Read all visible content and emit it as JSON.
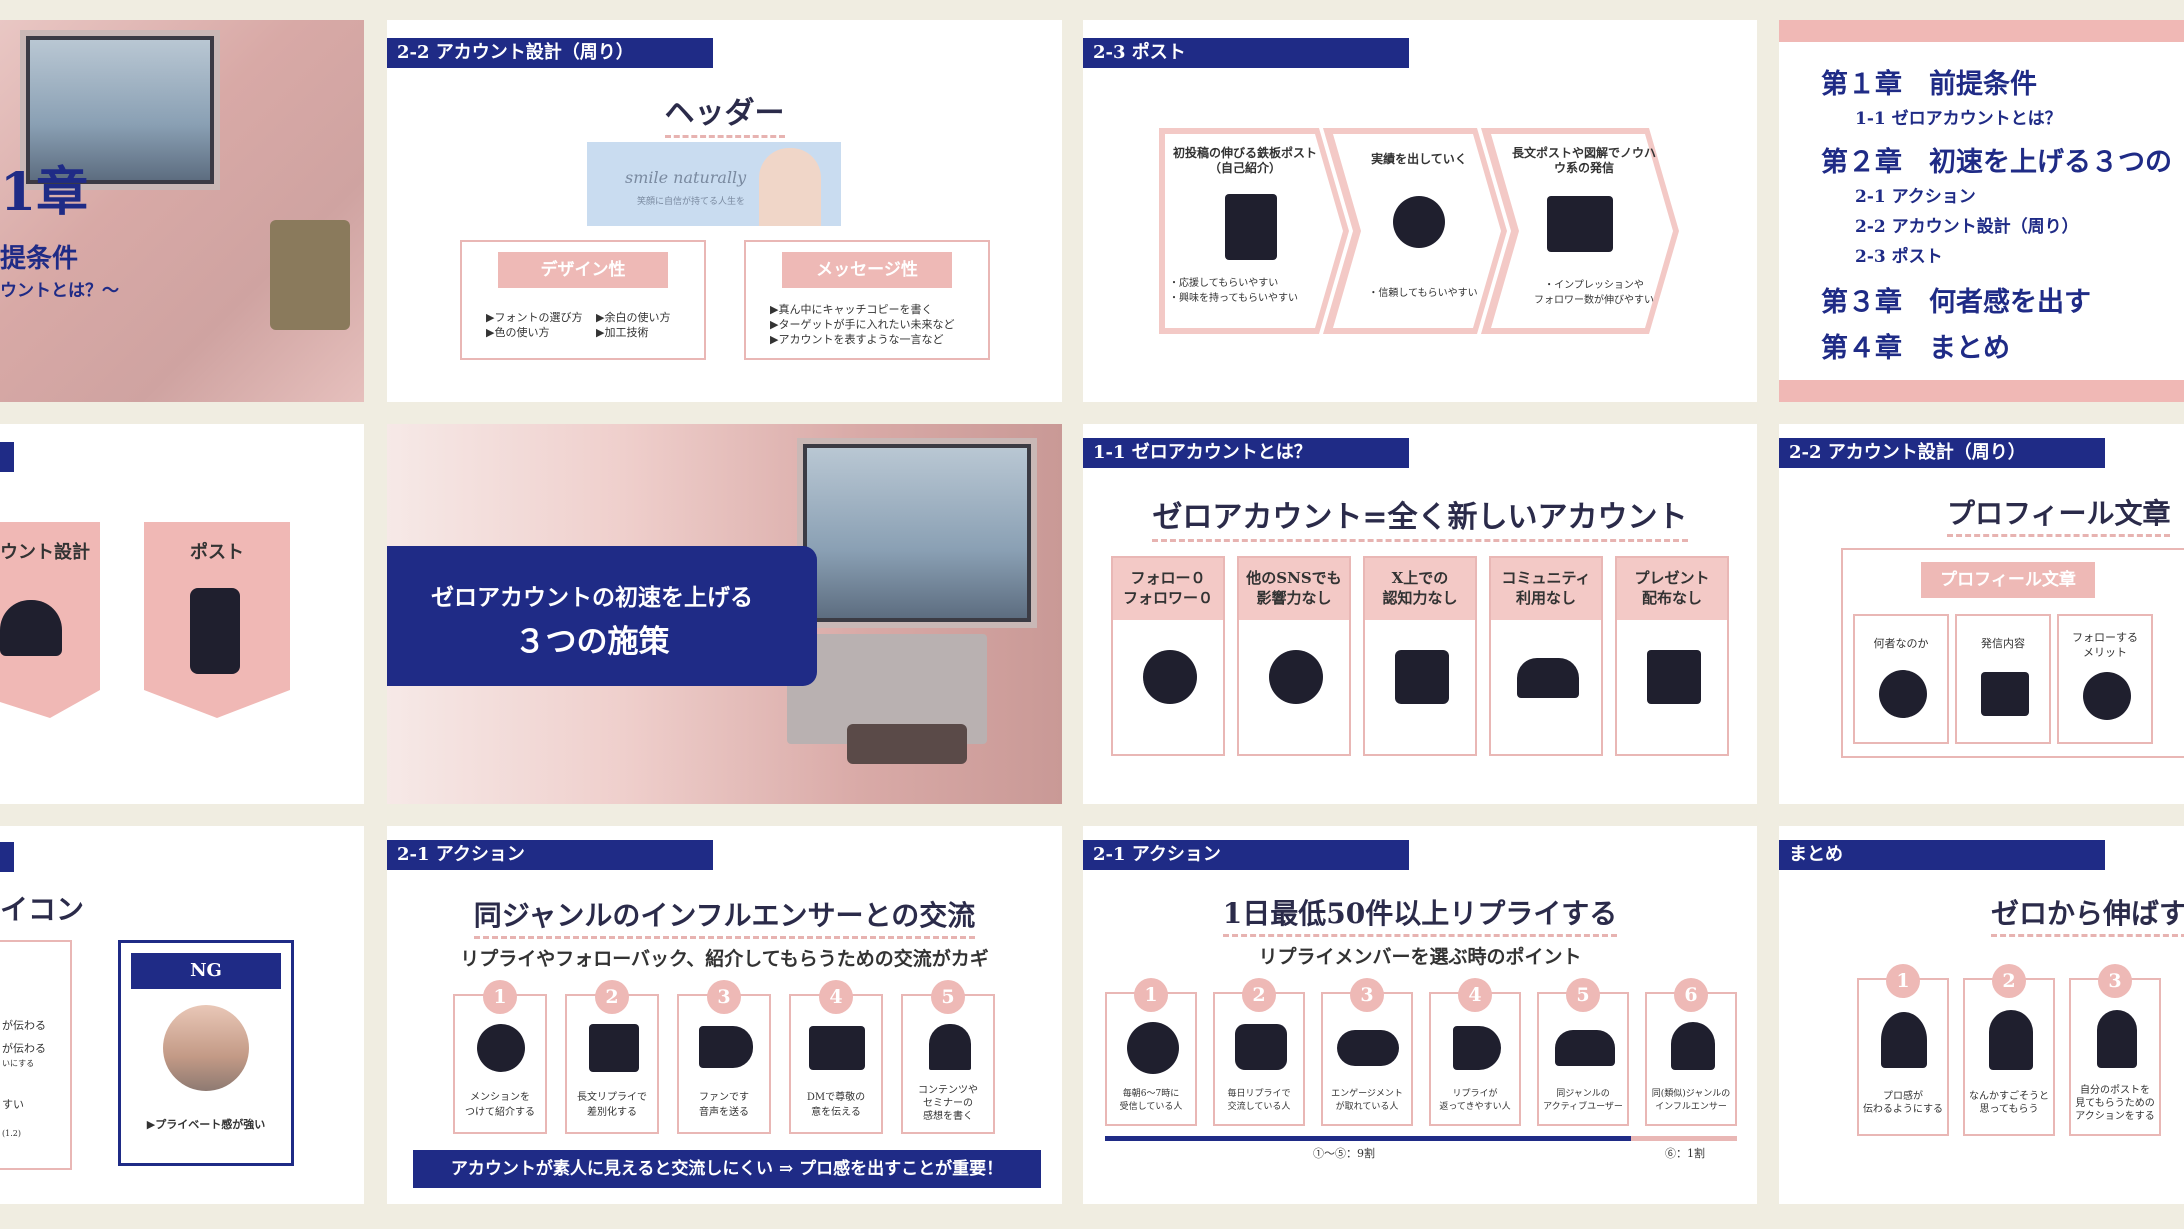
{
  "s1": {
    "chapter": "1章",
    "title": "提条件",
    "subtitle": "ウントとは？〜"
  },
  "s2": {
    "label": "2-2 アカウント設計（周り）",
    "heading": "ヘッダー",
    "banner_script": "smile naturally",
    "banner_small": "笑顔に自信が持てる人生を",
    "box1_title": "デザイン性",
    "box1_items": [
      "▶フォントの選び方",
      "▶余白の使い方",
      "▶色の使い方",
      "▶加工技術"
    ],
    "box2_title": "メッセージ性",
    "box2_items": [
      "▶真ん中にキャッチコピーを書く",
      "▶ターゲットが手に入れたい未来など",
      "▶アカウントを表すような一言など"
    ]
  },
  "s3": {
    "label": "2-3 ポスト",
    "steps": [
      {
        "title": "初投稿の伸びる鉄板ポスト（自己紹介）",
        "note1": "・応援してもらいやすい",
        "note2": "・興味を持ってもらいやすい"
      },
      {
        "title": "実績を出していく",
        "note1": "・信頼してもらいやすい",
        "note2": ""
      },
      {
        "title": "長文ポストや図解でノウハウ系の発信",
        "note1": "・インプレッションや",
        "note2": "フォロワー数が伸びやすい"
      }
    ]
  },
  "s4": {
    "ch1": "第１章　前提条件",
    "ch1_1": "1-1 ゼロアカウントとは？",
    "ch2": "第２章　初速を上げる３つの",
    "ch2_1": "2-1 アクション",
    "ch2_2": "2-2 アカウント設計（周り）",
    "ch2_3": "2-3 ポスト",
    "ch3": "第３章　何者感を出す",
    "ch4": "第４章　まとめ"
  },
  "s5": {
    "item1": "ウント設計",
    "item2": "ポスト"
  },
  "s6": {
    "line1": "ゼロアカウントの初速を上げる",
    "line2": "３つの施策"
  },
  "s7": {
    "label": "1-1 ゼロアカウントとは？",
    "heading": "ゼロアカウント=全く新しいアカウント",
    "cols": [
      {
        "t1": "フォロー０",
        "t2": "フォロワー０"
      },
      {
        "t1": "他のSNSでも",
        "t2": "影響力なし"
      },
      {
        "t1": "X上での",
        "t2": "認知力なし"
      },
      {
        "t1": "コミュニティ",
        "t2": "利用なし"
      },
      {
        "t1": "プレゼント",
        "t2": "配布なし"
      }
    ]
  },
  "s8": {
    "label": "2-2 アカウント設計（周り）",
    "heading": "プロフィール文章",
    "box_title": "プロフィール文章",
    "cols": [
      {
        "t1": "何者なのか",
        "t2": ""
      },
      {
        "t1": "発信内容",
        "t2": ""
      },
      {
        "t1": "フォローする",
        "t2": "メリット"
      }
    ]
  },
  "s9": {
    "heading": "イコン",
    "lines": [
      "が伝わる",
      "が伝わる",
      "いにする",
      "すい",
      "(1.2)"
    ],
    "ng": "NG",
    "ng_caption": "▶プライベート感が強い"
  },
  "s10": {
    "label": "2-1 アクション",
    "heading": "同ジャンルのインフルエンサーとの交流",
    "sub": "リプライやフォローバック、紹介してもらうための交流がカギ",
    "items": [
      {
        "n": "1",
        "c1": "メンションを",
        "c2": "つけて紹介する"
      },
      {
        "n": "2",
        "c1": "長文リプライで",
        "c2": "差別化する"
      },
      {
        "n": "3",
        "c1": "ファンです",
        "c2": "音声を送る"
      },
      {
        "n": "4",
        "c1": "DMで尊敬の",
        "c2": "意を伝える"
      },
      {
        "n": "5",
        "c1": "コンテンツや",
        "c2": "セミナーの",
        "c3": "感想を書く"
      }
    ],
    "banner": "アカウントが素人に見えると交流しにくい ⇒ プロ感を出すことが重要！"
  },
  "s11": {
    "label": "2-1 アクション",
    "heading": "1日最低50件以上リプライする",
    "sub": "リプライメンバーを選ぶ時のポイント",
    "items": [
      {
        "n": "1",
        "c1": "毎朝6〜7時に",
        "c2": "受信している人"
      },
      {
        "n": "2",
        "c1": "毎日リプライで",
        "c2": "交流している人"
      },
      {
        "n": "3",
        "c1": "エンゲージメント",
        "c2": "が取れている人"
      },
      {
        "n": "4",
        "c1": "リプライが",
        "c2": "返ってきやすい人"
      },
      {
        "n": "5",
        "c1": "同ジャンルの",
        "c2": "アクティブユーザー"
      },
      {
        "n": "6",
        "c1": "同(類似)ジャンルの",
        "c2": "インフルエンサー"
      }
    ],
    "ratio1": "①〜⑤：9割",
    "ratio2": "⑥：1割"
  },
  "s12": {
    "label": "まとめ",
    "heading": "ゼロから伸ばす",
    "items": [
      {
        "n": "1",
        "c1": "プロ感が",
        "c2": "伝わるようにする"
      },
      {
        "n": "2",
        "c1": "なんかすごそうと",
        "c2": "思ってもらう"
      },
      {
        "n": "3",
        "c1": "自分のポストを",
        "c2": "見てもらうための",
        "c3": "アクションをする"
      }
    ]
  }
}
